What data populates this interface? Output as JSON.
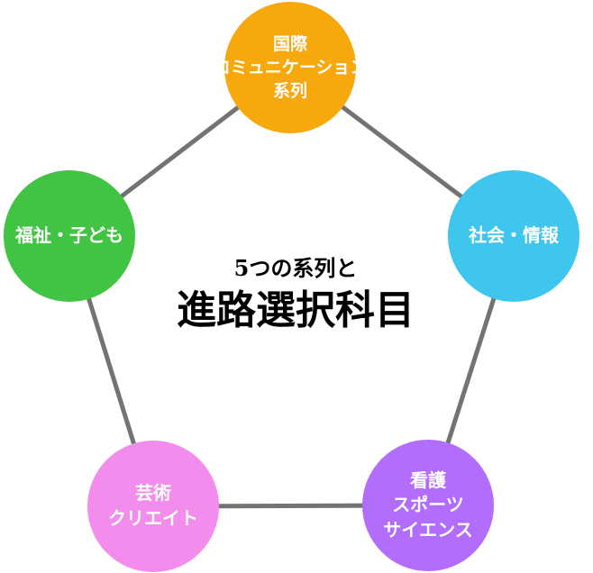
{
  "colors": {
    "edge": "#737373",
    "center_text": "#000000",
    "node_text": "#ffffff"
  },
  "center": {
    "subtitle": "5つの系列と",
    "title": "進路選択科目"
  },
  "nodes": [
    {
      "id": "intl",
      "lines": [
        "国際",
        "コミュニケーション",
        "系列"
      ],
      "color": "#f7a80d"
    },
    {
      "id": "social",
      "lines": [
        "社会・情報"
      ],
      "color": "#3ec6ed"
    },
    {
      "id": "sports",
      "lines": [
        "看護",
        "スポーツ",
        "サイエンス"
      ],
      "color": "#b26dfc"
    },
    {
      "id": "art",
      "lines": [
        "芸術",
        "クリエイト"
      ],
      "color": "#f28ded"
    },
    {
      "id": "welfare",
      "lines": [
        "福祉・子ども"
      ],
      "color": "#41c443"
    }
  ],
  "edges": [
    [
      "intl",
      "social"
    ],
    [
      "social",
      "sports"
    ],
    [
      "sports",
      "art"
    ],
    [
      "art",
      "welfare"
    ],
    [
      "welfare",
      "intl"
    ]
  ]
}
